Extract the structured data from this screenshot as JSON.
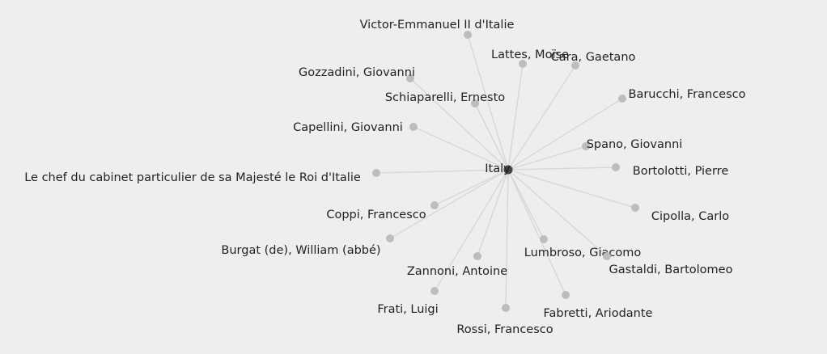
{
  "graph": {
    "center": {
      "id": "italy",
      "label": "Italy"
    },
    "nodes": [
      {
        "id": "victor-emmanuel",
        "label": "Victor-Emmanuel II d'Italie"
      },
      {
        "id": "lattes",
        "label": "Lattes, Moïse"
      },
      {
        "id": "cara",
        "label": "Cara, Gaetano"
      },
      {
        "id": "gozzadini",
        "label": "Gozzadini, Giovanni"
      },
      {
        "id": "schiaparelli",
        "label": "Schiaparelli, Ernesto"
      },
      {
        "id": "barucchi",
        "label": "Barucchi, Francesco"
      },
      {
        "id": "capellini",
        "label": "Capellini, Giovanni"
      },
      {
        "id": "spano",
        "label": "Spano, Giovanni"
      },
      {
        "id": "chef-cabinet",
        "label": "Le chef du cabinet particulier de sa Majesté le Roi d'Italie"
      },
      {
        "id": "bortolotti",
        "label": "Bortolotti, Pierre"
      },
      {
        "id": "coppi",
        "label": "Coppi, Francesco"
      },
      {
        "id": "cipolla",
        "label": "Cipolla, Carlo"
      },
      {
        "id": "burgat",
        "label": "Burgat (de), William (abbé)"
      },
      {
        "id": "lumbroso",
        "label": "Lumbroso, Giacomo"
      },
      {
        "id": "zannoni",
        "label": "Zannoni, Antoine"
      },
      {
        "id": "gastaldi",
        "label": "Gastaldi, Bartolomeo"
      },
      {
        "id": "frati",
        "label": "Frati, Luigi"
      },
      {
        "id": "fabretti",
        "label": "Fabretti, Ariodante"
      },
      {
        "id": "rossi",
        "label": "Rossi, Francesco"
      }
    ]
  }
}
